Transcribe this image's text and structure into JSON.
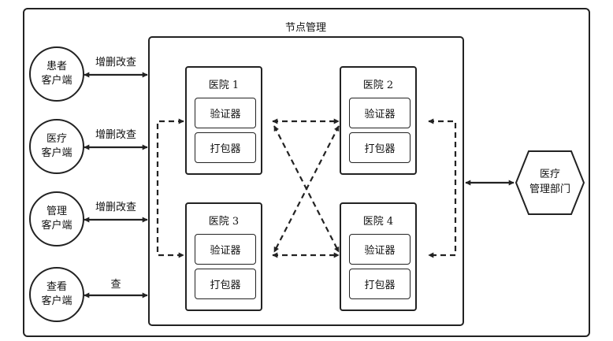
{
  "system": {
    "title": "节点管理"
  },
  "clients": [
    {
      "line1": "患者",
      "line2": "客户端",
      "op": "增删改查"
    },
    {
      "line1": "医疗",
      "line2": "客户端",
      "op": "增删改查"
    },
    {
      "line1": "管理",
      "line2": "客户端",
      "op": "增删改查"
    },
    {
      "line1": "查看",
      "line2": "客户端",
      "op": "查"
    }
  ],
  "hospitals": [
    {
      "name": "医院 1",
      "validator": "验证器",
      "packager": "打包器"
    },
    {
      "name": "医院 2",
      "validator": "验证器",
      "packager": "打包器"
    },
    {
      "name": "医院 3",
      "validator": "验证器",
      "packager": "打包器"
    },
    {
      "name": "医院 4",
      "validator": "验证器",
      "packager": "打包器"
    }
  ],
  "department": {
    "line1": "医疗",
    "line2": "管理部门"
  },
  "colors": {
    "stroke": "#222222",
    "background": "#ffffff"
  }
}
